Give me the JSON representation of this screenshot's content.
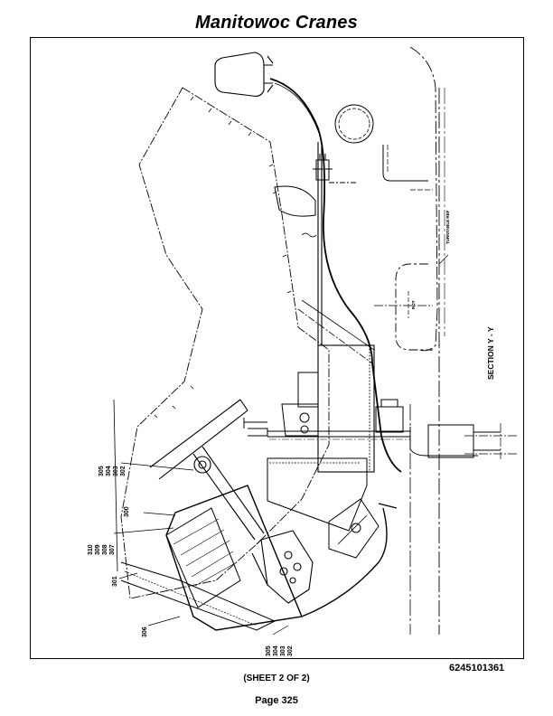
{
  "header": {
    "title": "Manitowoc Cranes"
  },
  "drawing": {
    "section_label": "SECTION Y - Y",
    "turntable_ref": "TURNTABLE REF",
    "rot_label": "ROT",
    "callouts": {
      "top_group": [
        "305",
        "304",
        "303",
        "302"
      ],
      "mid_group": [
        "310",
        "309",
        "308",
        "307"
      ],
      "c300": "300",
      "c301": "301",
      "c306": "306",
      "bottom_group": [
        "305",
        "304",
        "303",
        "302"
      ]
    }
  },
  "footer": {
    "doc_number": "6245101361",
    "sheet": "(SHEET 2 OF 2)",
    "page": "Page 325"
  }
}
